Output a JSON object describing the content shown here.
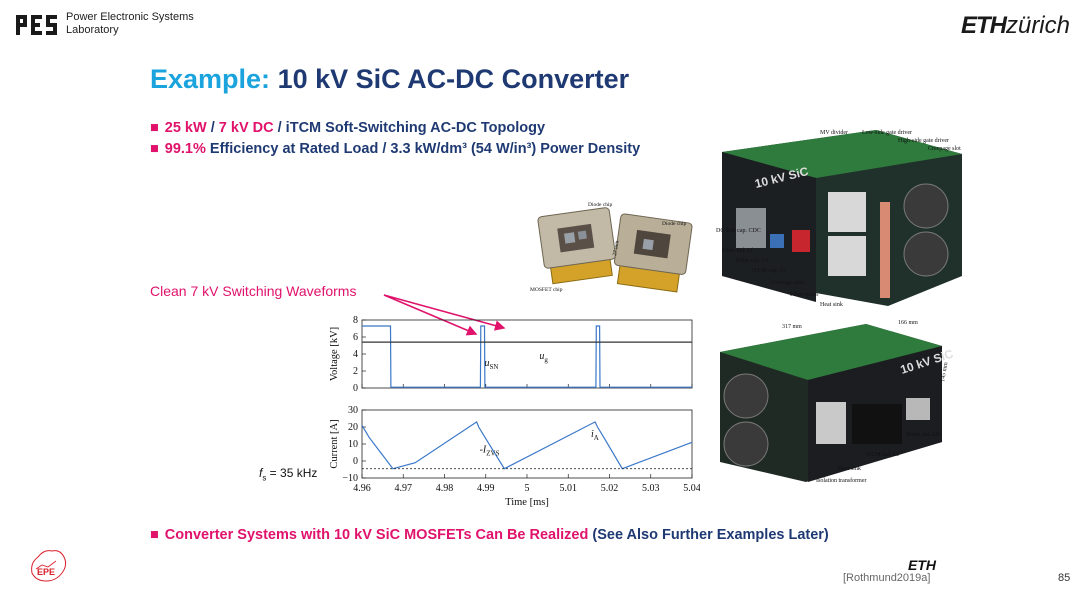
{
  "header": {
    "org_name_line1": "Power Electronic Systems",
    "org_name_line2": "Laboratory",
    "eth_logo_bold": "ETH",
    "eth_logo_rest": "zürich"
  },
  "slide": {
    "title_accent": "Example:",
    "title_main": "10 kV SiC AC-DC Converter",
    "bullet1": {
      "p1": "25 kW",
      "s1": " / ",
      "p2": "7 kV DC",
      "s2": " / iTCM Soft-Switching AC-DC Topology"
    },
    "bullet2": {
      "p1": "99.1%",
      "s1": " Efficiency at Rated Load / 3.3 kW/dm³ (54 W/in³) Power Density"
    },
    "wave_label": "Clean 7 kV Switching Waveforms",
    "fs_label": "f",
    "fs_sub": "s",
    "fs_value": " = 35 kHz",
    "bottom_bullet": {
      "pink": "Converter Systems with 10 kV SiC MOSFETs Can Be Realized",
      "navy": " (See Also Further Examples Later)"
    },
    "reference": "[Rothmund2019a]",
    "page_number": "85",
    "eth_small": "ETH",
    "epe_logo": "EPE"
  },
  "chip_photo": {
    "label_diode1": "Diode chip",
    "label_diode2": "Diode chip",
    "label_mosfet": "MOSFET chip",
    "label_dim": "27 mm"
  },
  "converter_top": {
    "brand": "10 kV SiC",
    "labels": [
      "MV divider",
      "Low-side gate driver",
      "High-side gate driver",
      "Creepage slot",
      "DC-link cap. CDC",
      "Filter ind. Lf",
      "Filter cap. Cf",
      "iTCM cap. Cs",
      "Creepage slots",
      "Fiber optics",
      "Heat sink"
    ]
  },
  "converter_bottom": {
    "brand": "10 kV SiC",
    "dims": [
      "317 mm",
      "166 mm",
      "145 mm"
    ],
    "labels": [
      "Boost ind. LB",
      "iTCM ind. Ls",
      "Heat sink",
      "Isolation transformer"
    ]
  },
  "colors": {
    "accent": "#1aa3dd",
    "navy": "#1f3a73",
    "pink": "#e0126b",
    "trace": "#3a78c8"
  },
  "chart_data": [
    {
      "type": "line",
      "ylabel": "Voltage [kV]",
      "ylim": [
        0,
        8
      ],
      "yticks": [
        "0",
        "2",
        "4",
        "6",
        "8"
      ],
      "xlim": [
        4.96,
        5.04
      ],
      "series": [
        {
          "name": "uSN",
          "x": [
            4.96,
            4.9669,
            4.967,
            4.9887,
            4.9888,
            4.9897,
            4.9898,
            5.0167,
            5.0168,
            5.0176,
            5.0177,
            5.04
          ],
          "y": [
            7.3,
            7.3,
            0.1,
            0.1,
            7.3,
            7.3,
            0.1,
            0.1,
            7.3,
            7.3,
            0.1,
            0.1
          ]
        },
        {
          "name": "ug",
          "x": [
            4.96,
            5.04
          ],
          "y": [
            5.4,
            5.4
          ]
        }
      ],
      "annotations": [
        {
          "text": "u",
          "sub": "SN",
          "x": 4.9897,
          "y": 2.6
        },
        {
          "text": "u",
          "sub": "g",
          "x": 5.003,
          "y": 3.4
        }
      ]
    },
    {
      "type": "line",
      "ylabel": "Current [A]",
      "xlabel": "Time [ms]",
      "ylim": [
        -10,
        30
      ],
      "yticks": [
        "−10",
        "0",
        "10",
        "20",
        "30"
      ],
      "xlim": [
        4.96,
        5.04
      ],
      "xticks": [
        "4.96",
        "4.97",
        "4.98",
        "4.99",
        "5",
        "5.01",
        "5.02",
        "5.03",
        "5.04"
      ],
      "series": [
        {
          "name": "iA",
          "x": [
            4.96,
            4.9617,
            4.9675,
            4.9729,
            4.9878,
            4.9883,
            4.9898,
            4.9945,
            5.0165,
            5.0171,
            5.0186,
            5.0231,
            5.04
          ],
          "y": [
            21,
            14,
            -4.5,
            -1,
            23,
            20,
            14,
            -4.5,
            23,
            20,
            14,
            -4.5,
            11
          ]
        },
        {
          "name": "-IZVS",
          "x": [
            4.96,
            5.04
          ],
          "y": [
            -4.5,
            -4.5
          ]
        }
      ],
      "annotations": [
        {
          "text": "i",
          "sub": "A",
          "x": 5.0155,
          "y": 14
        },
        {
          "text": "-I",
          "sub": "ZVS",
          "x": 4.9885,
          "y": 5
        }
      ]
    }
  ]
}
